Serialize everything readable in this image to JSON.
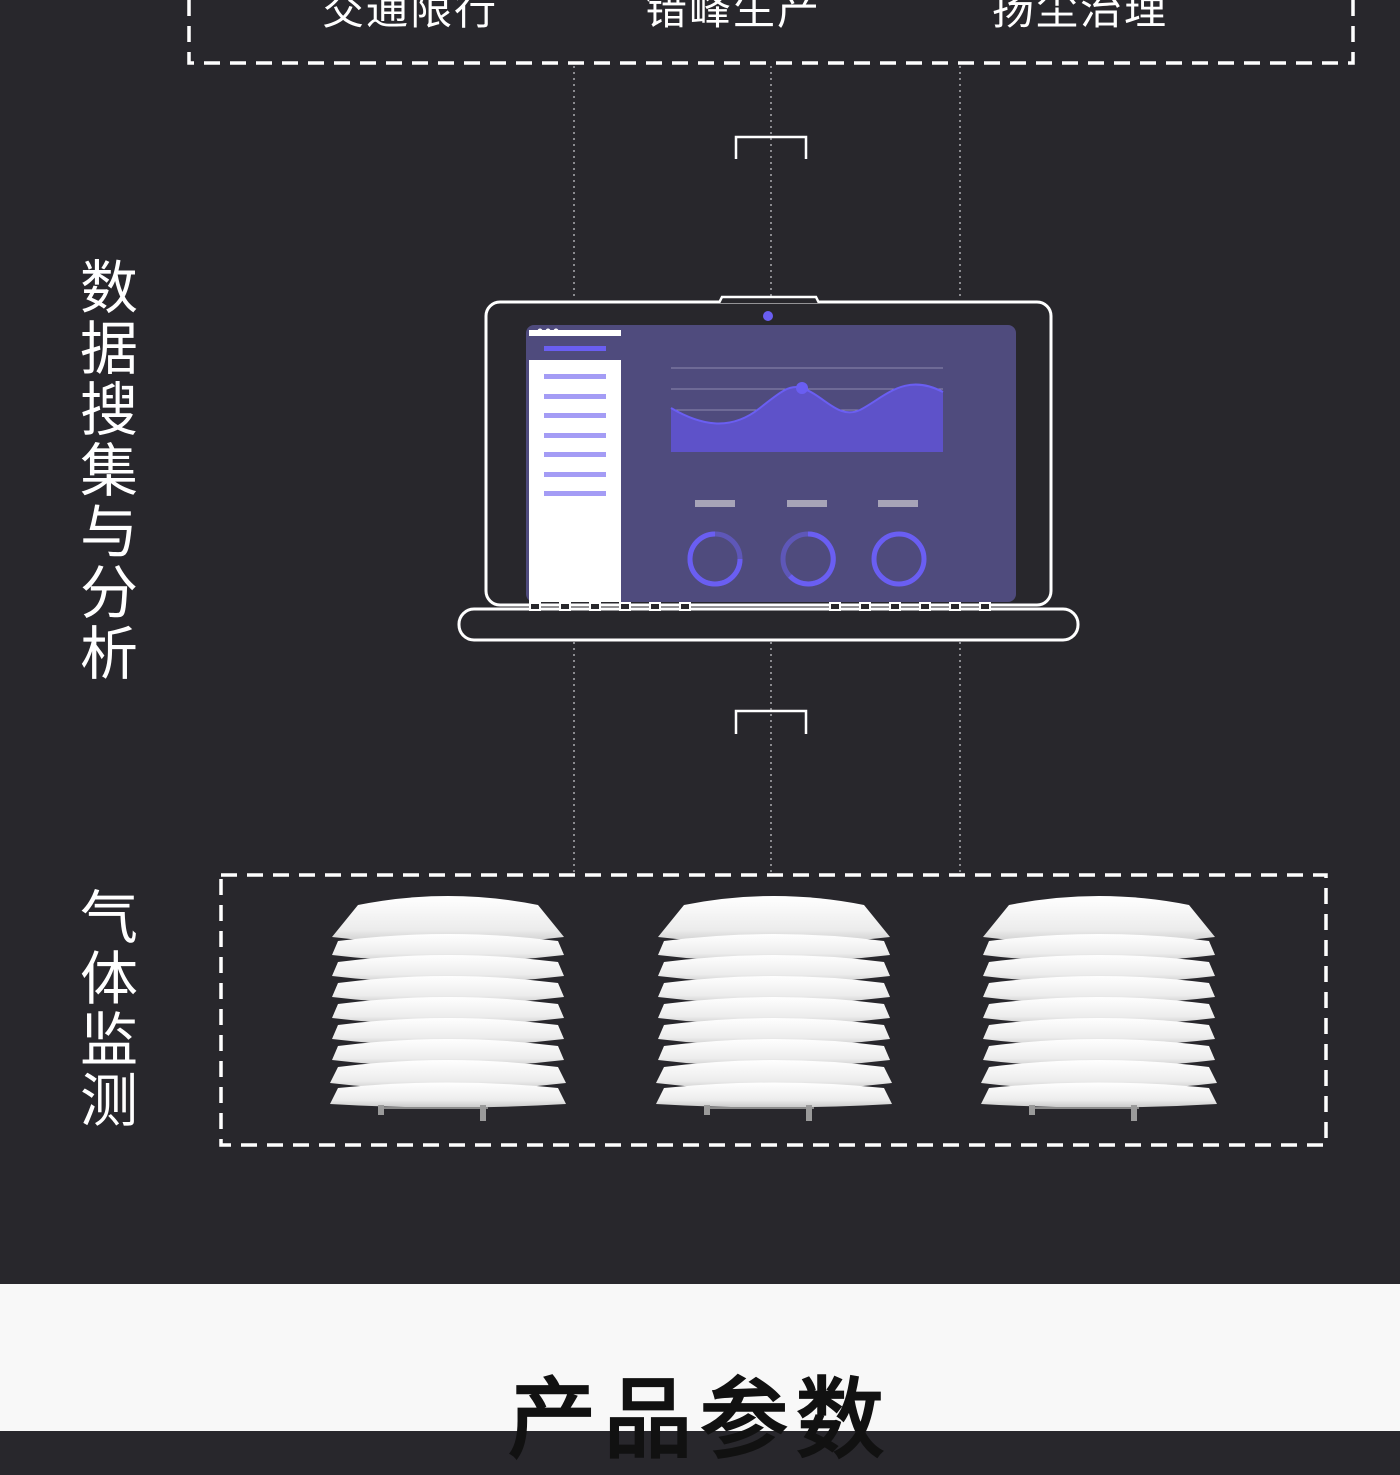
{
  "top_labels": [
    "交通限行",
    "错峰生产",
    "扬尘治理"
  ],
  "side_labels": {
    "data_layer": "数据搜集与分析",
    "monitor_layer": "气体监测"
  },
  "section_title": "产品参数",
  "colors": {
    "background": "#28272c",
    "accent": "#6a5ef2",
    "screen": "#4f4b7d",
    "line": "#ffffff",
    "light_band": "#f8f8f8"
  },
  "icons": {
    "device": "laptop-dashboard-icon",
    "sensor": "louvered-shield-sensor-icon",
    "connector": "bracket-connector-icon"
  }
}
